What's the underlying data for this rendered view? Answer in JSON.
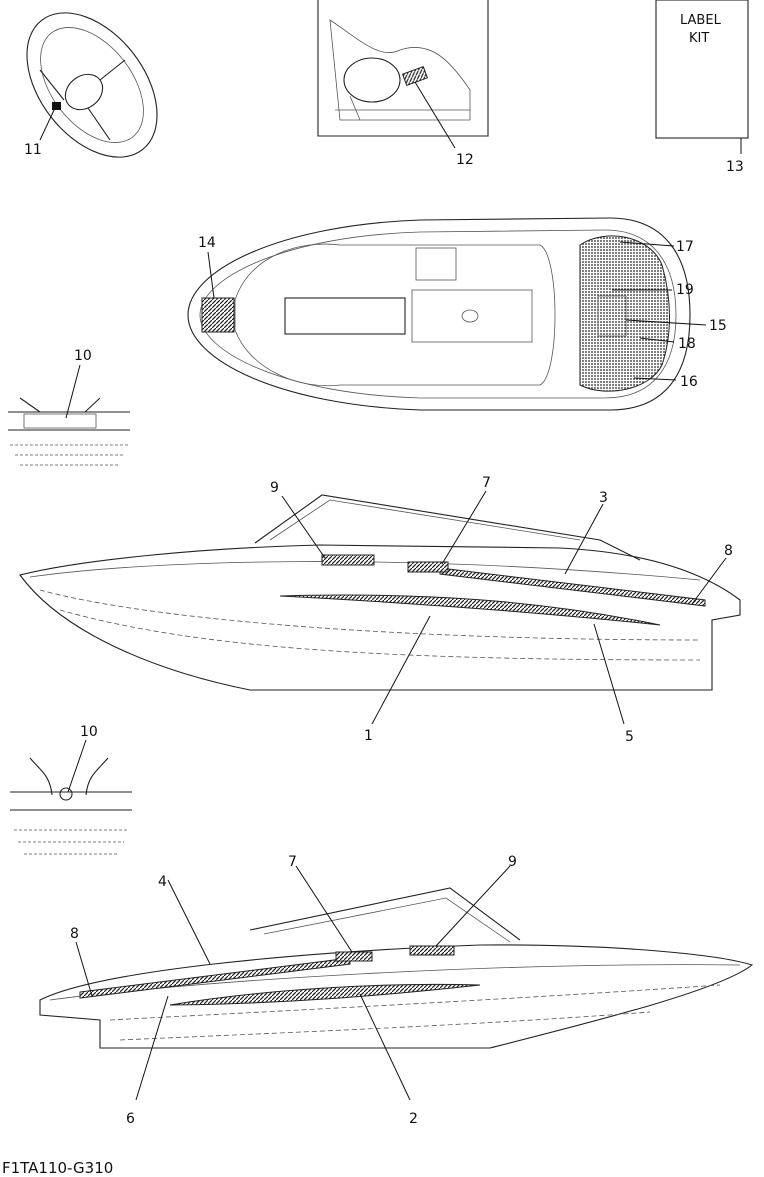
{
  "label_kit": {
    "line1": "LABEL",
    "line2": "KIT"
  },
  "diagram_code": "F1TA110-G310",
  "callouts": {
    "c1": "1",
    "c2": "2",
    "c3": "3",
    "c4": "4",
    "c5": "5",
    "c6": "6",
    "c7a": "7",
    "c7b": "7",
    "c8a": "8",
    "c8b": "8",
    "c9a": "9",
    "c9b": "9",
    "c10a": "10",
    "c10b": "10",
    "c11": "11",
    "c12": "12",
    "c13": "13",
    "c14": "14",
    "c15": "15",
    "c16": "16",
    "c17": "17",
    "c18": "18",
    "c19": "19"
  }
}
